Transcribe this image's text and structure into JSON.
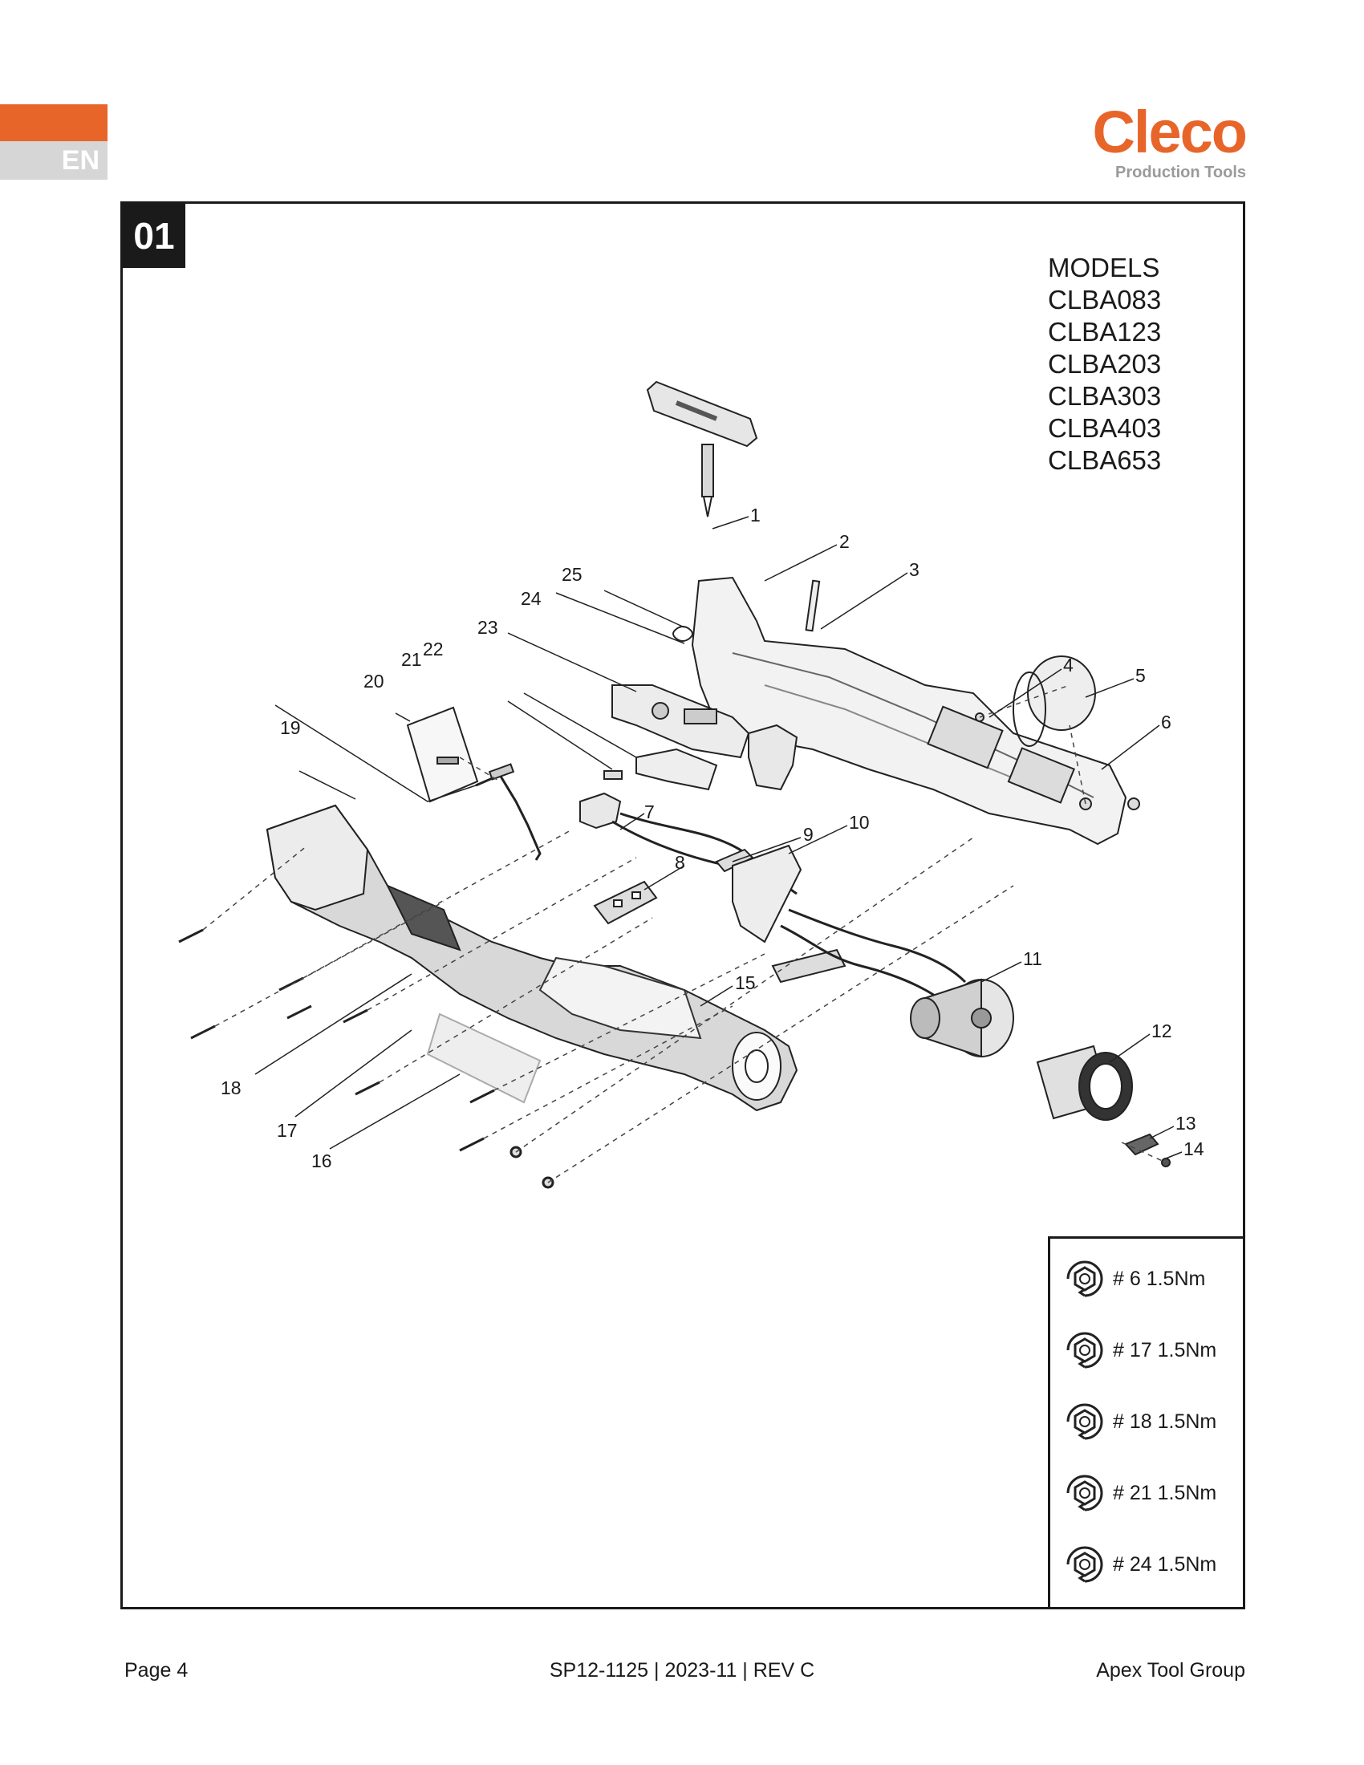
{
  "header": {
    "language": "EN",
    "logo_brand": "Cleco",
    "logo_tagline": "Production Tools",
    "accent_color": "#e8652a"
  },
  "section": {
    "number": "01"
  },
  "models": {
    "heading": "MODELS",
    "list": [
      "CLBA083",
      "CLBA123",
      "CLBA203",
      "CLBA303",
      "CLBA403",
      "CLBA653"
    ]
  },
  "callouts": [
    "1",
    "2",
    "3",
    "4",
    "5",
    "6",
    "7",
    "8",
    "9",
    "10",
    "11",
    "12",
    "13",
    "14",
    "15",
    "16",
    "17",
    "18",
    "19",
    "20",
    "21",
    "22",
    "23",
    "24",
    "25"
  ],
  "torque_specs": [
    {
      "label": "# 6 1.5Nm"
    },
    {
      "label": "# 17 1.5Nm"
    },
    {
      "label": "# 18 1.5Nm"
    },
    {
      "label": "# 21 1.5Nm"
    },
    {
      "label": "# 24 1.5Nm"
    }
  ],
  "footer": {
    "page": "Page 4",
    "doc": "SP12-1125 | 2023-11 | REV C",
    "company": "Apex Tool Group"
  }
}
